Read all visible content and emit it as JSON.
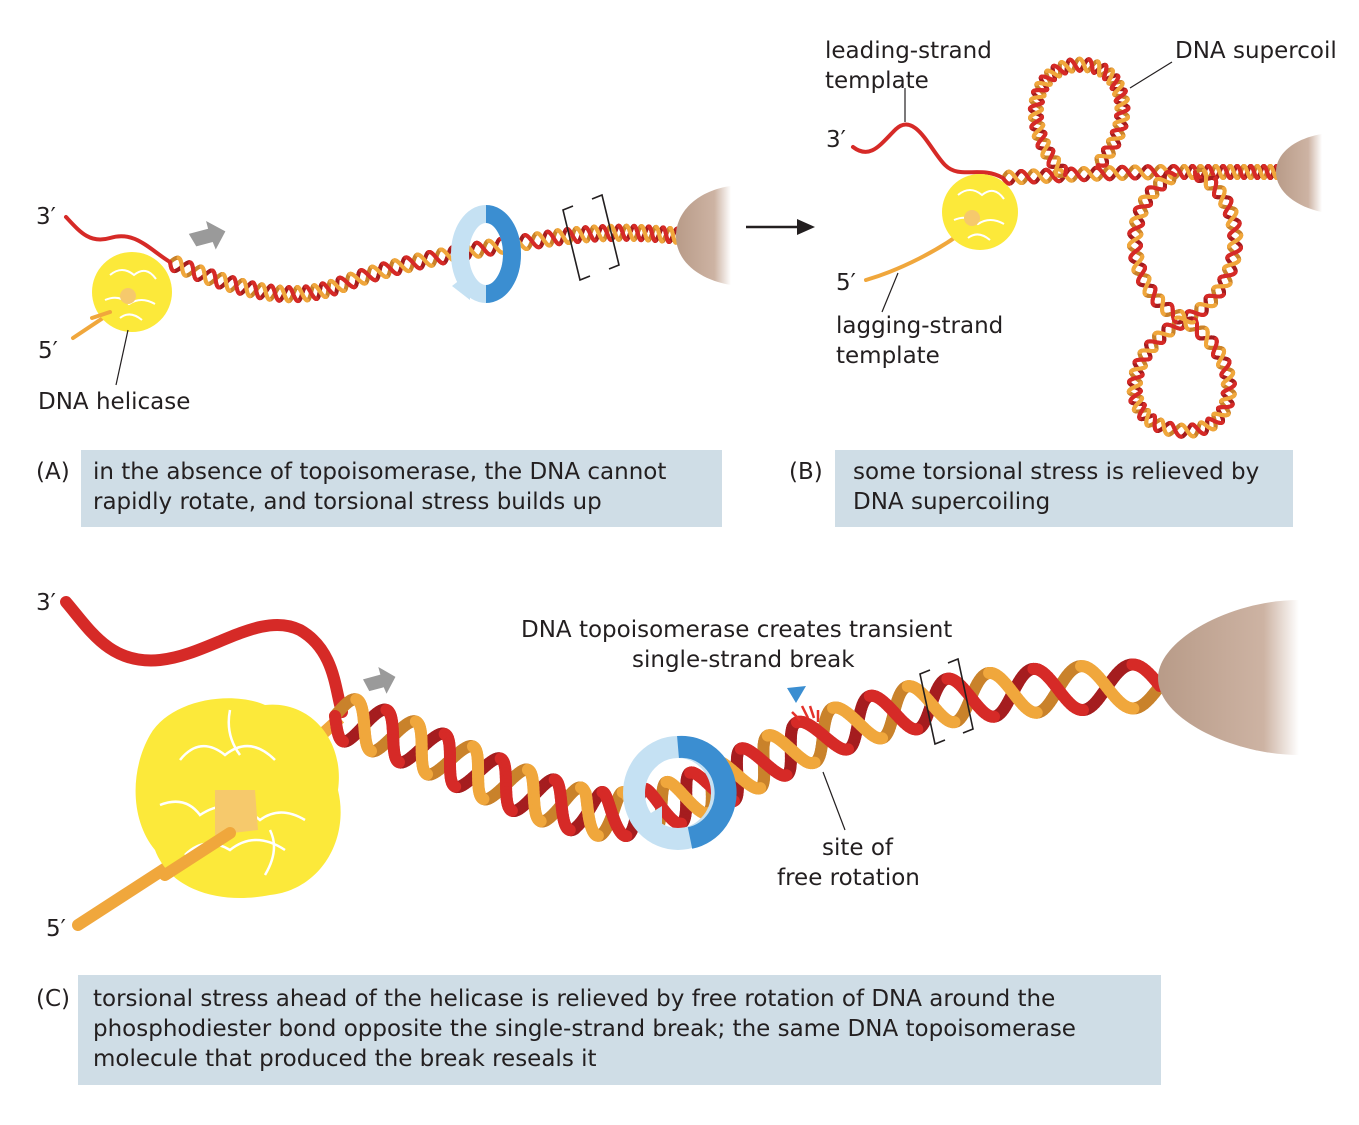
{
  "panel_a": {
    "label_3prime": "3′",
    "label_5prime": "5′",
    "label_helicase": "DNA helicase",
    "caption_letter": "(A)",
    "caption_line1": "in the absence of topoisomerase, the DNA cannot",
    "caption_line2": "rapidly rotate, and torsional stress builds up"
  },
  "panel_b": {
    "label_leading_1": "leading-strand",
    "label_leading_2": "template",
    "label_supercoil": "DNA supercoil",
    "label_3prime": "3′",
    "label_5prime": "5′",
    "label_lagging_1": "lagging-strand",
    "label_lagging_2": "template",
    "caption_letter": "(B)",
    "caption_line1": "some torsional stress is relieved by",
    "caption_line2": "DNA supercoiling"
  },
  "panel_c": {
    "label_3prime": "3′",
    "label_5prime": "5′",
    "label_topo_1": "DNA topoisomerase creates transient",
    "label_topo_2": "single-strand break",
    "label_site_1": "site of",
    "label_site_2": "free rotation",
    "caption_letter": "(C)",
    "caption_line1": "torsional stress ahead of the helicase is relieved by free rotation of DNA around the",
    "caption_line2": "phosphodiester bond opposite the single-strand break; the same DNA topoisomerase",
    "caption_line3": "molecule that produced the break reseals it"
  },
  "colors": {
    "leading_strand": "#d62a27",
    "lagging_strand": "#f0a73c",
    "dark_red": "#a51d1f",
    "helicase": "#fce93a",
    "helicase_core": "#f6c96c",
    "anchor": "#c2a593",
    "ring_light": "#c5e1f3",
    "ring_dark": "#3b8ed1",
    "gray_arrow": "#9a9a9a",
    "caption_bg": "#cfdde6"
  }
}
